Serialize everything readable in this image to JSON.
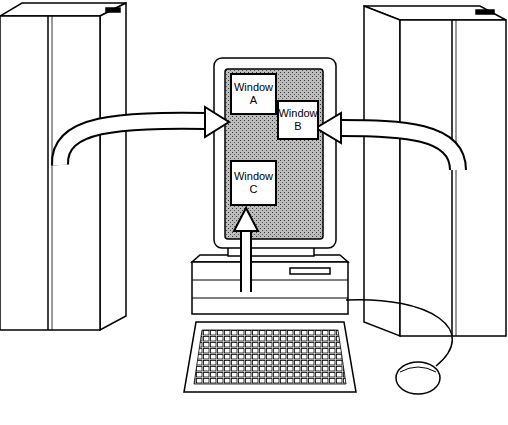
{
  "diagram": {
    "nodes": [
      {
        "text": [
          "Window A"
        ]
      },
      {
        "text": [
          "Window B"
        ]
      },
      {
        "text": [
          "Window C"
        ]
      }
    ]
  }
}
